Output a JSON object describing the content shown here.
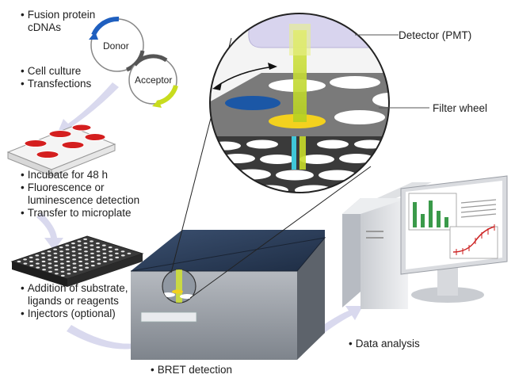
{
  "steps": {
    "step1": [
      "Fusion protein",
      "cDNAs"
    ],
    "step2": [
      "Cell culture",
      "Transfections"
    ],
    "step3": [
      "Incubate for 48 h",
      "Fluorescence or",
      "luminescence detection",
      "Transfer to microplate"
    ],
    "step4": [
      "Addition of substrate,",
      "ligands or reagents",
      "Injectors (optional)"
    ],
    "step5": "BRET detection",
    "step6": "Data analysis"
  },
  "plasmids": {
    "donor": "Donor",
    "acceptor": "Acceptor"
  },
  "callouts": {
    "detector": "Detector (PMT)",
    "filter_wheel": "Filter wheel"
  },
  "colors": {
    "donor_ring": "#1f5fbf",
    "acceptor_ring": "#c8dc1e",
    "filter_blue": "#1b57a6",
    "filter_yellow": "#f3d11e",
    "arrow": "#d8d8ec",
    "instrument_top": "#2c3f5e",
    "instrument_body": "#9aa0a8",
    "bars": "#3a9a4a",
    "curve": "#cc2222"
  }
}
